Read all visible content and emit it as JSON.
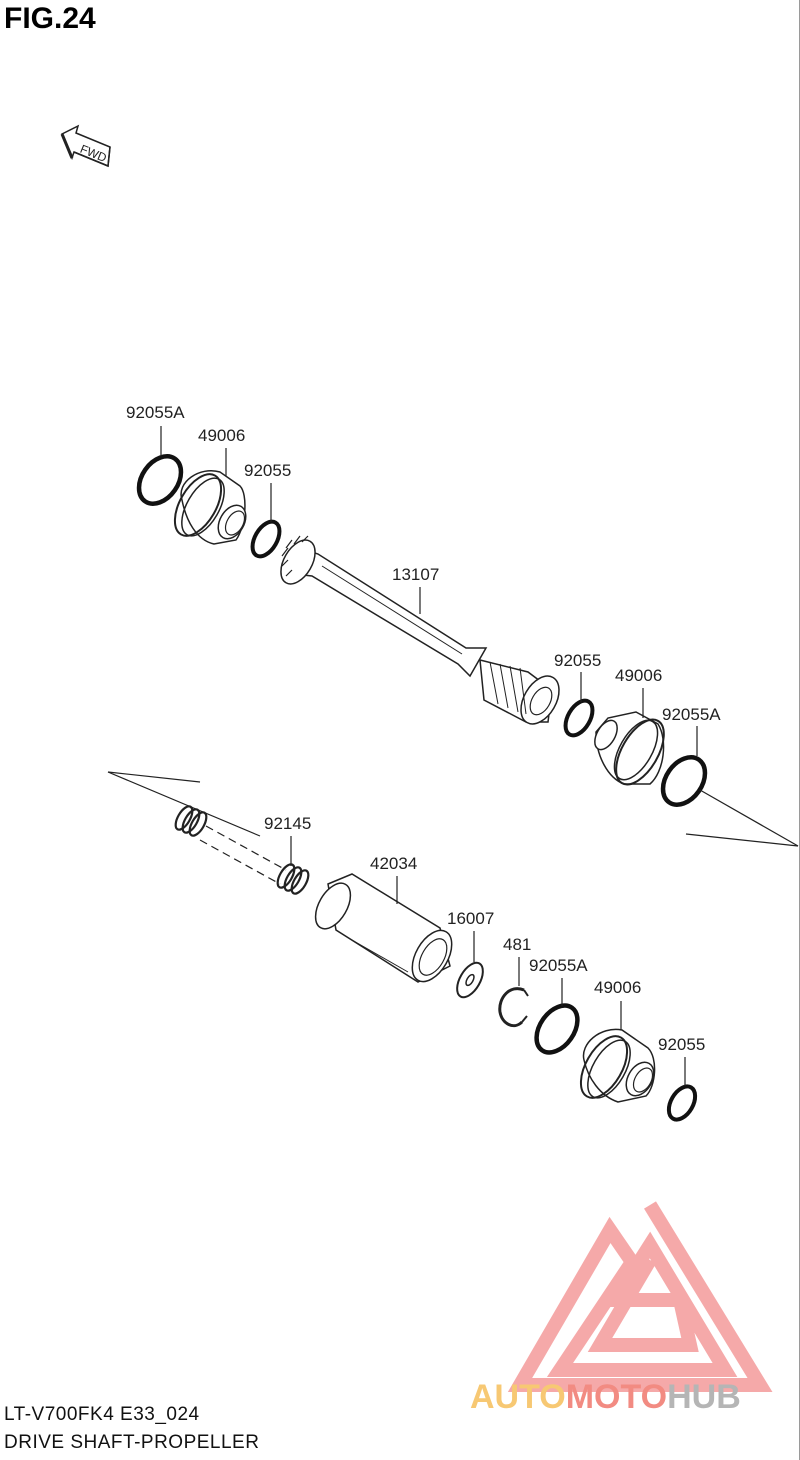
{
  "figure": {
    "title": "FIG.24"
  },
  "direction_marker": {
    "label": "FWD",
    "icon": "fwd-arrow-icon"
  },
  "parts": [
    {
      "id": "top-oring-a",
      "number": "92055A"
    },
    {
      "id": "top-boot",
      "number": "49006"
    },
    {
      "id": "top-oring",
      "number": "92055"
    },
    {
      "id": "shaft",
      "number": "13107"
    },
    {
      "id": "mid-oring",
      "number": "92055"
    },
    {
      "id": "mid-boot",
      "number": "49006"
    },
    {
      "id": "mid-oring-a",
      "number": "92055A"
    },
    {
      "id": "spring",
      "number": "92145"
    },
    {
      "id": "coupling",
      "number": "42034"
    },
    {
      "id": "washer",
      "number": "16007"
    },
    {
      "id": "circlip",
      "number": "481"
    },
    {
      "id": "bot-oring-a",
      "number": "92055A"
    },
    {
      "id": "bot-boot",
      "number": "49006"
    },
    {
      "id": "bot-oring",
      "number": "92055"
    }
  ],
  "footer": {
    "model_code": "LT-V700FK4 E33_024",
    "section_name": "DRIVE SHAFT-PROPELLER"
  },
  "watermark": {
    "part1": "AUTO",
    "part2": "MOTO",
    "part3": "HUB",
    "colors": {
      "auto": "#f7c873",
      "moto": "#f28b82",
      "hub": "#b5b5b5",
      "logo": "#f4a0a0"
    }
  }
}
